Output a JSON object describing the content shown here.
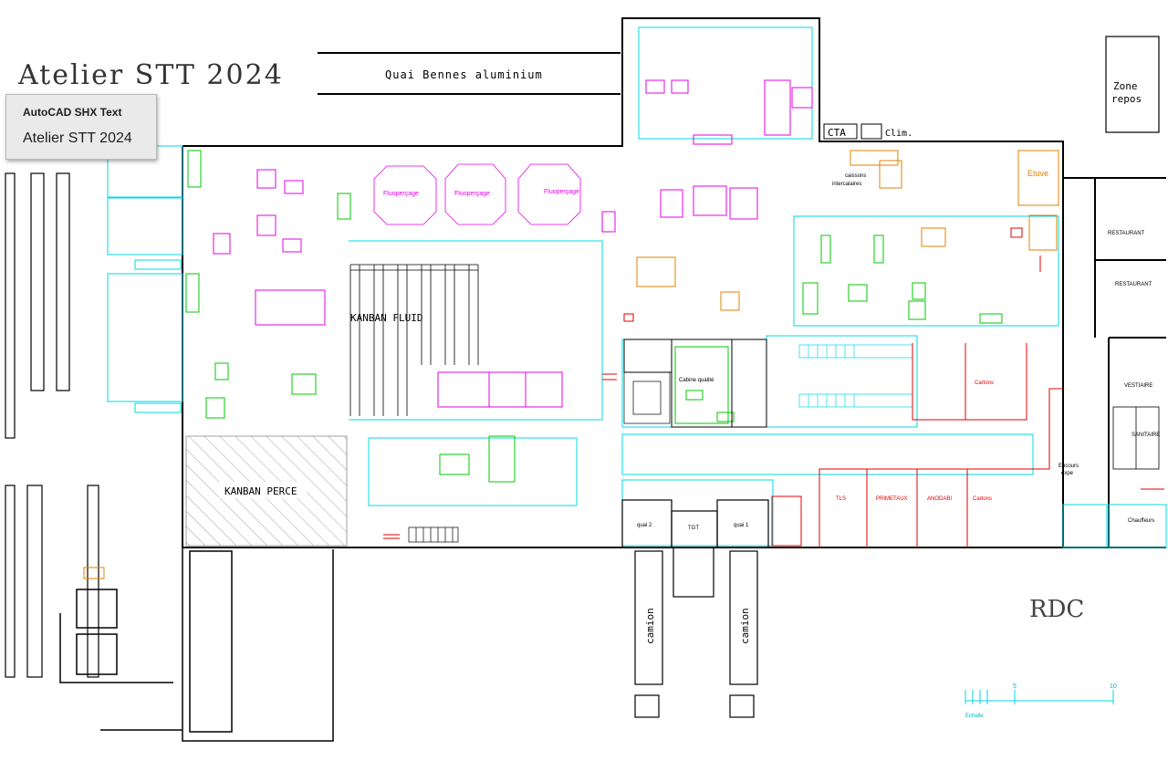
{
  "title": "Atelier STT 2024",
  "level": "RDC",
  "tooltip": {
    "header": "AutoCAD SHX Text",
    "body": "Atelier STT 2024"
  },
  "areas": {
    "quai_bennes": "Quai Bennes aluminium",
    "zone_repos_1": "Zone",
    "zone_repos_2": "repos",
    "cta": "CTA",
    "clim": "Clim.",
    "kanban_fluid": "KANBAN FLUID",
    "kanban_perce": "KANBAN PERCE",
    "camion_1": "camion",
    "camion_2": "camion",
    "quai2": "quai 2",
    "quai1": "quai 1",
    "tgt": "TGT",
    "cabine_qualite": "Cabine qualité",
    "etuve": "Etuve",
    "restaurant_1": "RESTAURANT",
    "restaurant_2": "RESTAURANT",
    "vestiaire": "VESTIAIRE",
    "sanitaire": "SANITAIRE",
    "encours": "Encours",
    "encours_2": "expe",
    "tls": "TLS",
    "primetaux": "PRIMETAUX",
    "anodabi": "ANODABI",
    "cartons_1": "Cartons",
    "cartons_2": "Cartons",
    "chauffeurs": "Chauffeurs",
    "fluo_1": "Fluoperçage",
    "fluo_2": "Fluoperçage",
    "fluo_3": "Fluoperçage",
    "caissons": "caissons",
    "intercalaires": "intercalaires",
    "echelle": "Echelle",
    "scale_5": "5",
    "scale_10": "10"
  },
  "colors": {
    "cyan": "#00d8e6",
    "magenta": "#e600e6",
    "green": "#00c800",
    "red": "#e00000",
    "orange": "#e08000",
    "black": "#000000",
    "hatch": "#8a8a8a"
  }
}
